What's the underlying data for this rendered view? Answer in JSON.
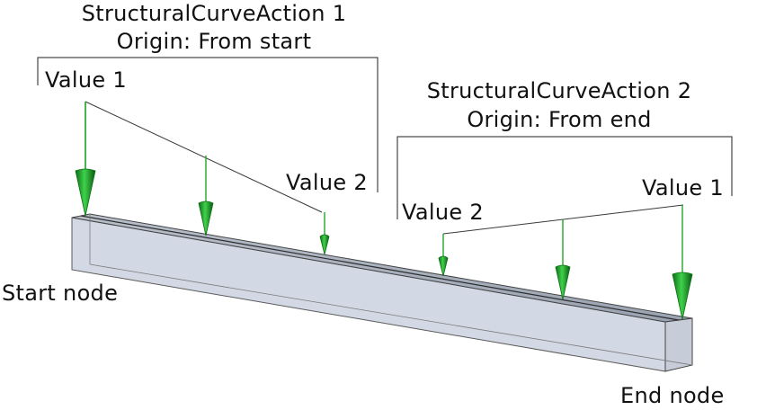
{
  "action1": {
    "title": "StructuralCurveAction 1",
    "origin": "Origin: From start",
    "value_start": "Value 1",
    "value_end": "Value 2"
  },
  "action2": {
    "title": "StructuralCurveAction 2",
    "origin": "Origin: From end",
    "value_start": "Value 2",
    "value_end": "Value 1"
  },
  "nodes": {
    "start": "Start node",
    "end": "End node"
  },
  "colors": {
    "arrow": "#22a52a",
    "arrow_dark": "#0f6f17",
    "beam_fill": "#cfd6e2",
    "beam_edge": "#3e3e3e",
    "bracket": "#222222"
  }
}
